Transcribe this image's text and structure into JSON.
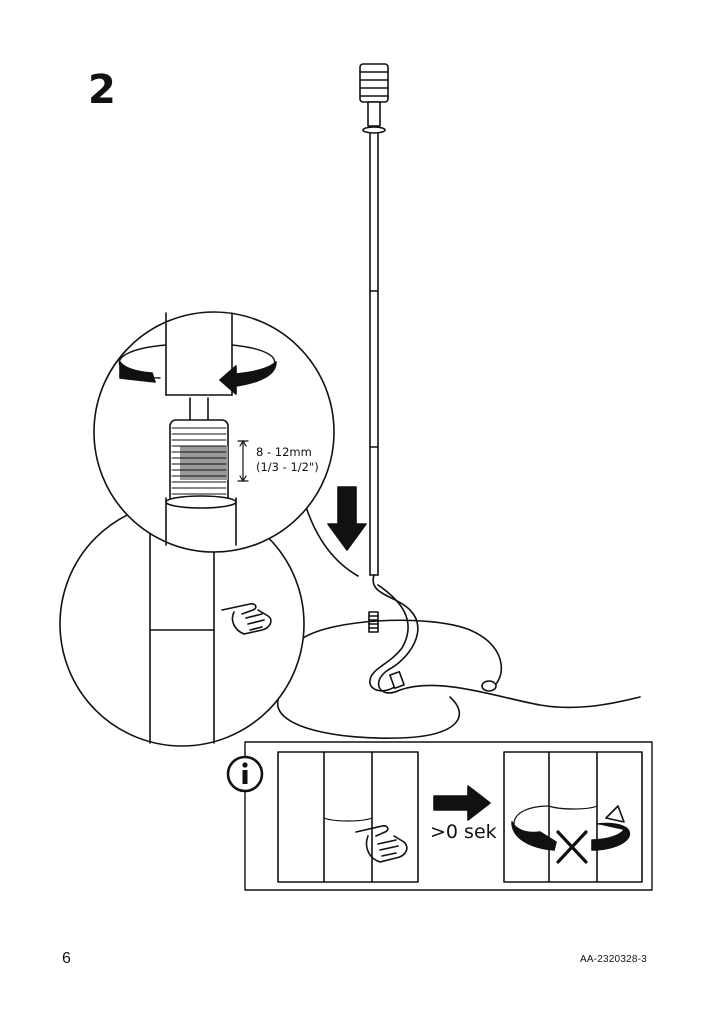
{
  "page": {
    "step_number": "2",
    "page_number": "6",
    "document_code": "AA-2320328-3"
  },
  "thread_callout": {
    "length_metric": "8 - 12mm",
    "length_imperial": "(1/3 - 1/2\")"
  },
  "info_box": {
    "wait_label": ">0 sek"
  },
  "icons": {
    "info": "info-icon",
    "arrow_down": "arrow-down-icon",
    "arrow_right": "arrow-right-icon",
    "rotate": "rotate-arrow-icon",
    "cross": "cross-icon",
    "hand": "pointing-hand-icon"
  },
  "colors": {
    "line": "#111111",
    "thread_shade": "#9a9a9a",
    "background": "#ffffff"
  }
}
